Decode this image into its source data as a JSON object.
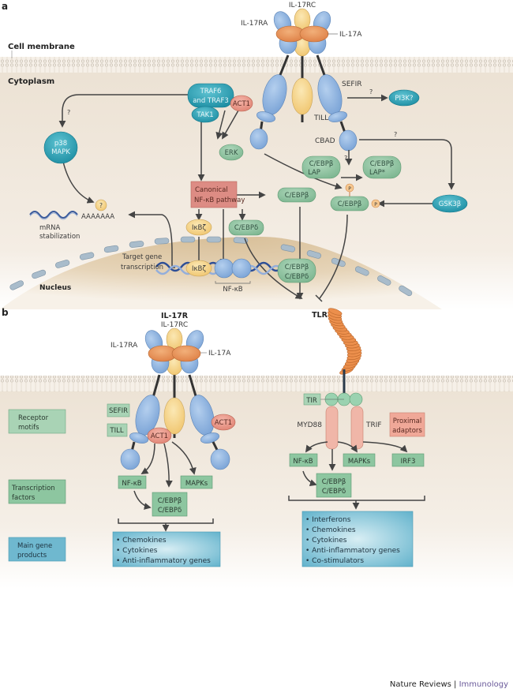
{
  "panel_a": {
    "label": "a",
    "cell_membrane": "Cell membrane",
    "cytoplasm": "Cytoplasm",
    "nucleus": "Nucleus",
    "receptor": {
      "il17rc": "IL-17RC",
      "il17ra": "IL-17RA",
      "il17a": "IL-17A",
      "sefir": "SEFIR",
      "till": "TILL",
      "cbad": "CBAD"
    },
    "nodes": {
      "traf": "TRAF6",
      "traf_line2": "and TRAF3",
      "tak1": "TAK1",
      "act1": "ACT1",
      "pi3k": "PI3K?",
      "erk": "ERK",
      "p38": "p38",
      "p38_line2": "MAPK",
      "cebpb_lap": "C/EBPβ",
      "cebpb_lap_line2": "LAP",
      "cebpb_lapstar": "C/EBPβ",
      "cebpb_lapstar_line2": "LAP*",
      "canonical": "Canonical",
      "canonical_line2": "NF-κB pathway",
      "cebpb": "C/EBPβ",
      "cebpb_p": "C/EBPβ",
      "gsk3b": "GSK3β",
      "ikbz": "IκBζ",
      "cebpd": "C/EBPδ",
      "ikbz_nuc": "IκBζ",
      "nfkb": "NF-κB",
      "cebp_nuc": "C/EBPβ",
      "cebp_nuc_line2": "C/EBPδ",
      "phospho": "P",
      "question": "?"
    },
    "mrna": {
      "tail": "AAAAAAA",
      "label": "mRNA",
      "label_line2": "stabilization"
    },
    "target_gene": "Target gene",
    "target_gene_line2": "transcription",
    "unknown_marks": [
      "?",
      "?",
      "?",
      "?"
    ]
  },
  "panel_b": {
    "label": "b",
    "il17r": {
      "title": "IL-17R",
      "il17rc": "IL-17RC",
      "il17ra": "IL-17RA",
      "il17a": "IL-17A",
      "sefir": "SEFIR",
      "till": "TILL",
      "act1": "ACT1",
      "act1_right": "ACT1",
      "nfkb": "NF-κB",
      "mapks": "MAPKs",
      "cebp": "C/EBPβ",
      "cebp_line2": "C/EBPδ",
      "products": [
        "• Chemokines",
        "• Cytokines",
        "• Anti-inflammatory genes"
      ]
    },
    "tlr": {
      "title": "TLR",
      "tir": "TIR",
      "myd88": "MYD88",
      "trif": "TRIF",
      "proximal": "Proximal",
      "proximal_line2": "adaptors",
      "nfkb": "NF-κB",
      "mapks": "MAPKs",
      "irf3": "IRF3",
      "cebp": "C/EBPβ",
      "cebp_line2": "C/EBPδ",
      "products": [
        "• Interferons",
        "• Chemokines",
        "• Cytokines",
        "• Anti-inflammatory genes",
        "• Co-stimulators"
      ]
    },
    "legend": {
      "receptor_motifs": "Receptor",
      "receptor_motifs_line2": "motifs",
      "transcription_factors": "Transcription",
      "transcription_factors_line2": "factors",
      "main_gene_products": "Main gene",
      "main_gene_products_line2": "products"
    }
  },
  "footer": {
    "publisher": "Nature Reviews",
    "separator": " | ",
    "journal": "Immunology"
  },
  "colors": {
    "receptor_blue": "#8fb4e0",
    "ligand_orange": "#e8935a",
    "rc_yellow": "#f7d98e",
    "teal": "#2a9db0",
    "green_node": "#8fc4a0",
    "act1_red": "#e8968a",
    "canonical_red": "#d9817a",
    "cytoplasm": "#efe6da",
    "nucleus": "#dcc6a4",
    "products_blue": "#6fb8cf"
  }
}
